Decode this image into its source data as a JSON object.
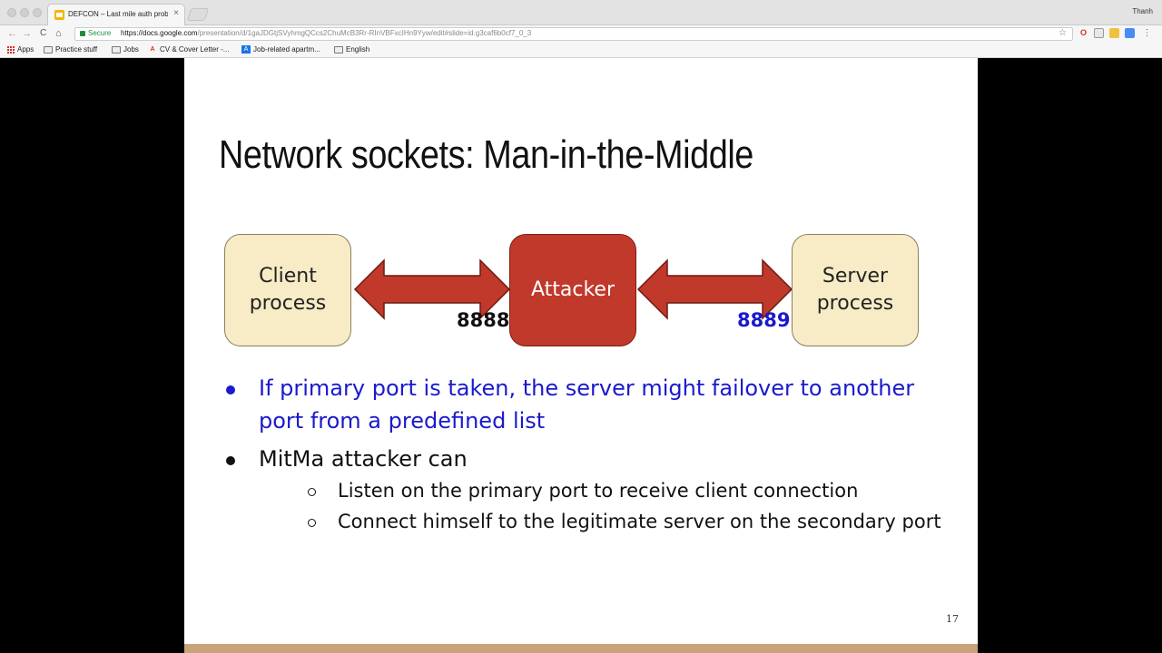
{
  "browser": {
    "tab": {
      "title": "DEFCON – Last mile auth prob",
      "close_icon": "×"
    },
    "profile_name": "Thanh",
    "nav": {
      "back": "←",
      "forward": "→",
      "reload": "C",
      "home": "⌂"
    },
    "omnibox": {
      "secure_label": "Secure",
      "url_host": "https://docs.google.com",
      "url_path": "/presentation/d/1gaJDGtjSVyhmgQCcs2ChuMcB3Rr-RInVBFxcIHn9Yyw/edit#slide=id.g3caf6b0cf7_0_3"
    },
    "bookmarks": [
      {
        "label": "Apps",
        "icon": "apps-icon"
      },
      {
        "label": "Practice stuff",
        "icon": "folder-icon"
      },
      {
        "label": "Jobs",
        "icon": "folder-icon"
      },
      {
        "label": "CV & Cover Letter -...",
        "icon": "bookmark-icon"
      },
      {
        "label": "Job-related apartm...",
        "icon": "bookmark-icon"
      },
      {
        "label": "English",
        "icon": "folder-icon"
      }
    ]
  },
  "slide": {
    "title": "Network sockets: Man-in-the-Middle",
    "diagram": {
      "client": "Client\nprocess",
      "attacker": "Attacker",
      "server": "Server\nprocess",
      "port_left": "8888",
      "port_right": "8889"
    },
    "bullets": [
      {
        "text": "If primary port is taken, the server might failover to another port from a predefined list",
        "color": "#1a1acc"
      },
      {
        "text": "MitMa attacker can",
        "color": "#111111",
        "sub": [
          "Listen on the primary port to receive client connection",
          "Connect himself to the legitimate server on the secondary port"
        ]
      }
    ],
    "page_number": "17"
  }
}
